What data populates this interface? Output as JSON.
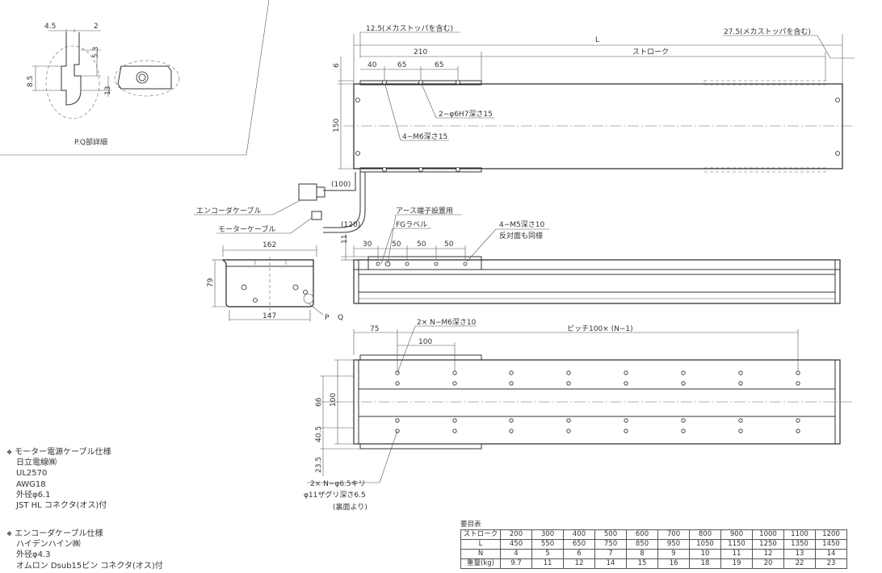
{
  "detail": {
    "label": "P.Q部詳細",
    "dims": {
      "a": "4.5",
      "b": "2",
      "c": "5.3",
      "d": "8.5",
      "e": "13"
    }
  },
  "top_view": {
    "overall_label": "L",
    "left_stopper_note": "12.5(メカストッパを含む)",
    "right_stopper_note": "27.5(メカストッパを含む)",
    "stroke_label": "ストローク",
    "dim_210": "210",
    "dim_6": "6",
    "dim_40": "40",
    "dim_65a": "65",
    "dim_65b": "65",
    "height_150": "150",
    "hole_note_1": "2−φ6H7深さ15",
    "hole_note_2": "4−M6深さ15",
    "cable_100": "(100)",
    "cable_120": "(120)",
    "encoder_cable": "エンコーダケーブル",
    "motor_cable": "モーターケーブル"
  },
  "end_view": {
    "width_162": "162",
    "width_147": "147",
    "height_79": "79",
    "label_p": "P",
    "label_q": "Q"
  },
  "side_view": {
    "earth_note": "アース端子設置用",
    "fg_label": "FGラベル",
    "m5_note": "4−M5深さ10",
    "m5_note_2": "反対面も同様",
    "dim_11": "11",
    "dim_30": "30",
    "dim_50a": "50",
    "dim_50b": "50",
    "dim_50c": "50"
  },
  "bottom_view": {
    "m6_note": "2× N−M6深さ10",
    "dim_75": "75",
    "dim_100": "100",
    "pitch_note": "ピッチ100× (N−1)",
    "dim_66": "66",
    "dim_100v": "100",
    "dim_40_5": "40.5",
    "dim_23_5": "23.5",
    "hole_note_a": "2× N−φ6.5キリ",
    "hole_note_b": "φ11ザグリ深さ6.5",
    "hole_note_c": "(裏面より)"
  },
  "motor_cable_spec": {
    "title": "モーター電源ケーブル仕様",
    "lines": [
      "日立電線㈱",
      "UL2570",
      "AWG18",
      "外径φ6.1",
      "JST HL コネクタ(オス)付"
    ]
  },
  "encoder_cable_spec": {
    "title": "エンコーダケーブル仕様",
    "lines": [
      "ハイデンハイン㈱",
      "外径φ4.3",
      "オムロン Dsub15ピン コネクタ(オス)付"
    ]
  },
  "weight_table": {
    "title": "要目表",
    "rows": [
      {
        "header": "ストローク",
        "cells": [
          "200",
          "300",
          "400",
          "500",
          "600",
          "700",
          "800",
          "900",
          "1000",
          "1100",
          "1200"
        ]
      },
      {
        "header": "L",
        "cells": [
          "450",
          "550",
          "650",
          "750",
          "850",
          "950",
          "1050",
          "1150",
          "1250",
          "1350",
          "1450"
        ]
      },
      {
        "header": "N",
        "cells": [
          "4",
          "5",
          "6",
          "7",
          "8",
          "9",
          "10",
          "11",
          "12",
          "13",
          "14"
        ]
      },
      {
        "header": "重量(kg)",
        "cells": [
          "9.7",
          "11",
          "12",
          "14",
          "15",
          "16",
          "18",
          "19",
          "20",
          "22",
          "23"
        ]
      }
    ]
  }
}
